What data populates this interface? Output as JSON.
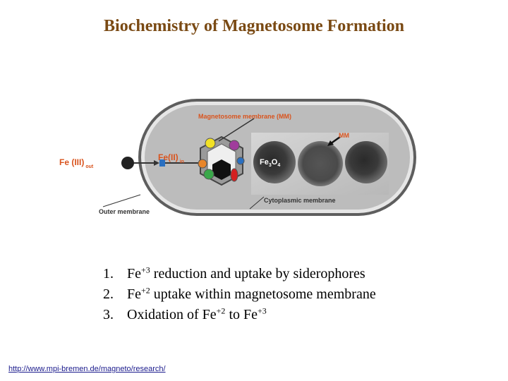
{
  "title": "Biochemistry of Magnetosome Formation",
  "diagram": {
    "fe3_out_main": "Fe (III)",
    "fe3_out_sub": "out",
    "fe2_in_main": "Fe(II)",
    "fe2_in_sub": "in",
    "magnetosome_membrane": "Magnetosome membrane (MM)",
    "mm": "MM",
    "fe3o4_main": "Fe",
    "fe3o4_3": "3",
    "fe3o4_o": "O",
    "fe3o4_4": "4",
    "cytoplasmic_membrane": "Cytoplasmic membrane",
    "outer_membrane": "Outer membrane",
    "colors": {
      "cell_outer": "#5e5e5e",
      "cytoplasm": "#bcbcbc",
      "label_red": "#d9541e",
      "protein_yellow": "#f2e125",
      "protein_purple": "#a03c9c",
      "protein_green": "#3aa84a",
      "protein_red": "#d42020",
      "protein_blue": "#2a6fc0",
      "protein_orange": "#e8862a"
    }
  },
  "steps": [
    {
      "num": "1.",
      "a": "Fe",
      "sup1": "+3",
      "b": " reduction and uptake by siderophores",
      "sup2": "",
      "c": ""
    },
    {
      "num": "2.",
      "a": "Fe",
      "sup1": "+2",
      "b": " uptake within magnetosome membrane",
      "sup2": "",
      "c": ""
    },
    {
      "num": "3.",
      "a": "Oxidation of Fe",
      "sup1": "+2",
      "b": " to Fe",
      "sup2": "+3",
      "c": ""
    }
  ],
  "source_url": "http://www.mpi-bremen.de/magneto/research/"
}
